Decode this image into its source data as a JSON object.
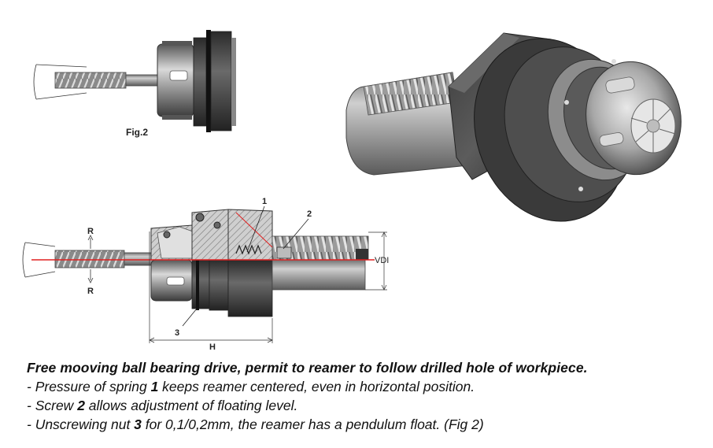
{
  "labels": {
    "fig2": "Fig.2",
    "r_top": "R",
    "r_bottom": "R",
    "callout_1": "1",
    "callout_2": "2",
    "callout_3": "3",
    "dim_h": "H",
    "dim_vdi": "VDI"
  },
  "caption": {
    "headline": "Free mooving ball bearing drive, permit to reamer to follow drilled hole of workpiece.",
    "lines": [
      {
        "pre": "- Pressure of spring ",
        "num": "1",
        "post": " keeps reamer centered, even in horizontal position."
      },
      {
        "pre": "- Screw ",
        "num": "2",
        "post": " allows adjustment of floating level."
      },
      {
        "pre": "- Unscrewing nut ",
        "num": "3",
        "post": " for 0,1/0,2mm, the reamer has a pendulum float. (Fig 2)"
      }
    ]
  },
  "colors": {
    "accent_line": "#e02020",
    "steel_dark": "#3a3a3a",
    "steel_mid": "#7a7a7a",
    "steel_light": "#c8c8c8"
  }
}
